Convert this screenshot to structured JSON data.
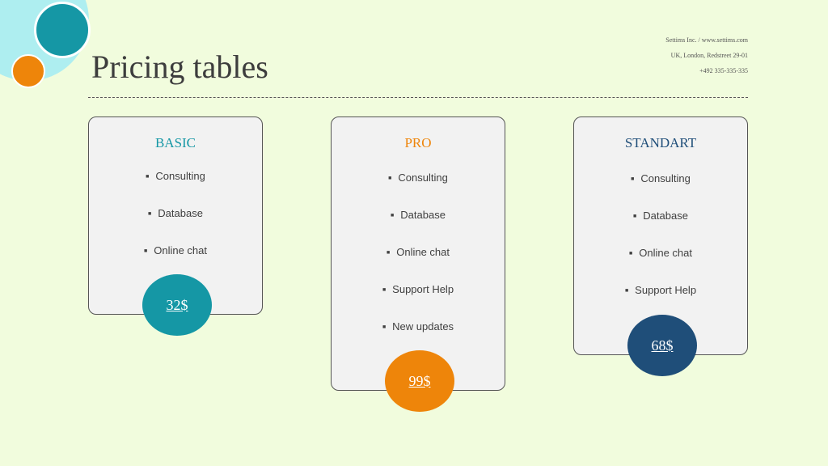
{
  "header": {
    "title": "Pricing tables",
    "contact": [
      "Settims Inc. / www.settims.com",
      "UK, London, Redstreet 29-01",
      "+492 335-335-335"
    ]
  },
  "colors": {
    "teal": "#1597a5",
    "orange": "#ee850a",
    "navy": "#1f4e79",
    "light_cyan": "#aeeef0",
    "background": "#f1fcdd"
  },
  "plans": [
    {
      "name": "BASIC",
      "features": [
        "Consulting",
        "Database",
        "Online chat"
      ],
      "price": "32$"
    },
    {
      "name": "PRO",
      "features": [
        "Consulting",
        "Database",
        "Online chat",
        "Support Help",
        "New updates"
      ],
      "price": "99$"
    },
    {
      "name": "STANDART",
      "features": [
        "Consulting",
        "Database",
        "Online chat",
        "Support Help"
      ],
      "price": "68$"
    }
  ]
}
